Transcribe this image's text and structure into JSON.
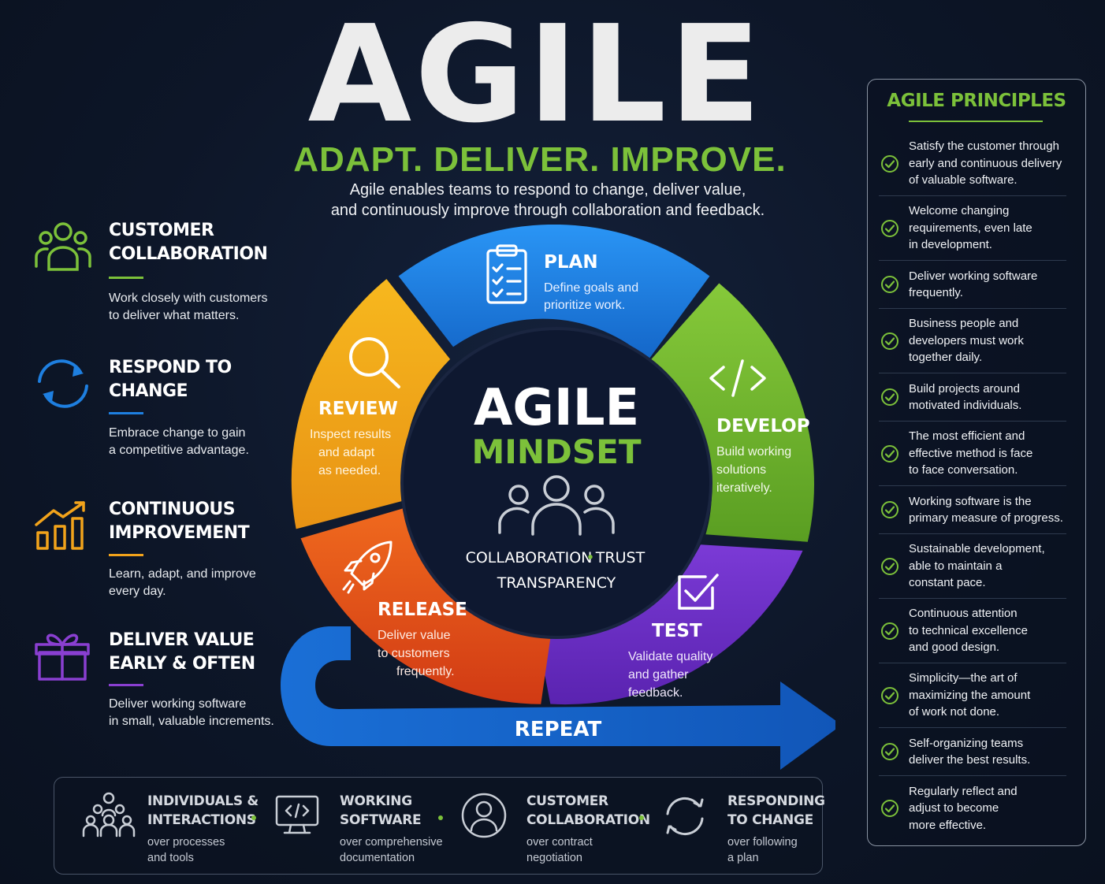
{
  "header": {
    "title": "AGILE",
    "tagline": "ADAPT. DELIVER. IMPROVE.",
    "intro_line1": "Agile enables teams to respond to change, deliver value,",
    "intro_line2": "and continuously improve through collaboration and feedback."
  },
  "pillars": [
    {
      "icon": "team-icon",
      "color": "#7cc13a",
      "title_line1": "CUSTOMER",
      "title_line2": "COLLABORATION",
      "desc_line1": "Work closely with customers",
      "desc_line2": "to deliver what matters."
    },
    {
      "icon": "refresh-icon",
      "color": "#1e7fe0",
      "title_line1": "RESPOND TO",
      "title_line2": "CHANGE",
      "desc_line1": "Embrace change to gain",
      "desc_line2": "a competitive advantage."
    },
    {
      "icon": "growth-chart-icon",
      "color": "#f2a31b",
      "title_line1": "CONTINUOUS",
      "title_line2": "IMPROVEMENT",
      "desc_line1": "Learn, adapt, and improve",
      "desc_line2": "every day."
    },
    {
      "icon": "gift-icon",
      "color": "#8a3fd1",
      "title_line1": "DELIVER VALUE",
      "title_line2": "EARLY & OFTEN",
      "desc_line1": "Deliver working software",
      "desc_line2": "in small, valuable increments."
    }
  ],
  "cycle": {
    "center_title": "AGILE",
    "center_subtitle": "MINDSET",
    "center_values_line1_a": "COLLABORATION",
    "center_values_sep": "•",
    "center_values_line1_b": "TRUST",
    "center_values_line2": "TRANSPARENCY",
    "repeat_label": "REPEAT",
    "stages": [
      {
        "name": "PLAN",
        "color": "#1e7fe0",
        "icon": "clipboard-checklist-icon",
        "desc_line1": "Define goals and",
        "desc_line2": "prioritize work.",
        "desc_line3": ""
      },
      {
        "name": "DEVELOP",
        "color": "#6fb52e",
        "icon": "code-icon",
        "desc_line1": "Build working",
        "desc_line2": "solutions",
        "desc_line3": "iteratively."
      },
      {
        "name": "TEST",
        "color": "#6b2fc4",
        "icon": "checkbox-icon",
        "desc_line1": "Validate quality",
        "desc_line2": "and gather",
        "desc_line3": "feedback."
      },
      {
        "name": "RELEASE",
        "color": "#e0521c",
        "icon": "rocket-icon",
        "desc_line1": "Deliver value",
        "desc_line2": "to customers",
        "desc_line3": "frequently."
      },
      {
        "name": "REVIEW",
        "color": "#f2a31b",
        "icon": "magnifier-icon",
        "desc_line1": "Inspect results",
        "desc_line2": "and adapt",
        "desc_line3": "as needed."
      }
    ]
  },
  "principles": {
    "title": "AGILE PRINCIPLES",
    "items": [
      {
        "line1": "Satisfy the customer through",
        "line2": "early and continuous delivery",
        "line3": "of valuable software."
      },
      {
        "line1": "Welcome changing",
        "line2": "requirements, even late",
        "line3": "in development."
      },
      {
        "line1": "Deliver working software",
        "line2": "frequently.",
        "line3": ""
      },
      {
        "line1": "Business people and",
        "line2": "developers must work",
        "line3": "together daily."
      },
      {
        "line1": "Build projects around",
        "line2": "motivated individuals.",
        "line3": ""
      },
      {
        "line1": "The most efficient and",
        "line2": "effective method is face",
        "line3": "to face conversation."
      },
      {
        "line1": "Working software is the",
        "line2": "primary measure of progress.",
        "line3": ""
      },
      {
        "line1": "Sustainable development,",
        "line2": "able to maintain a",
        "line3": "constant pace."
      },
      {
        "line1": "Continuous attention",
        "line2": "to technical excellence",
        "line3": "and good design."
      },
      {
        "line1": "Simplicity—the art of",
        "line2": "maximizing the amount",
        "line3": "of work not done."
      },
      {
        "line1": "Self-organizing teams",
        "line2": "deliver the best results.",
        "line3": ""
      },
      {
        "line1": "Regularly reflect and",
        "line2": "adjust to become",
        "line3": "more effective."
      }
    ]
  },
  "values": [
    {
      "icon": "people-group-icon",
      "title_line1": "INDIVIDUALS &",
      "title_line2": "INTERACTIONS",
      "desc_line1": "over processes",
      "desc_line2": "and tools"
    },
    {
      "icon": "monitor-code-icon",
      "title_line1": "WORKING",
      "title_line2": "SOFTWARE",
      "desc_line1": "over comprehensive",
      "desc_line2": "documentation"
    },
    {
      "icon": "user-circle-icon",
      "title_line1": "CUSTOMER",
      "title_line2": "COLLABORATION",
      "desc_line1": "over contract",
      "desc_line2": "negotiation"
    },
    {
      "icon": "cycle-arrows-icon",
      "title_line1": "RESPONDING",
      "title_line2": "TO CHANGE",
      "desc_line1": "over following",
      "desc_line2": "a plan"
    }
  ]
}
